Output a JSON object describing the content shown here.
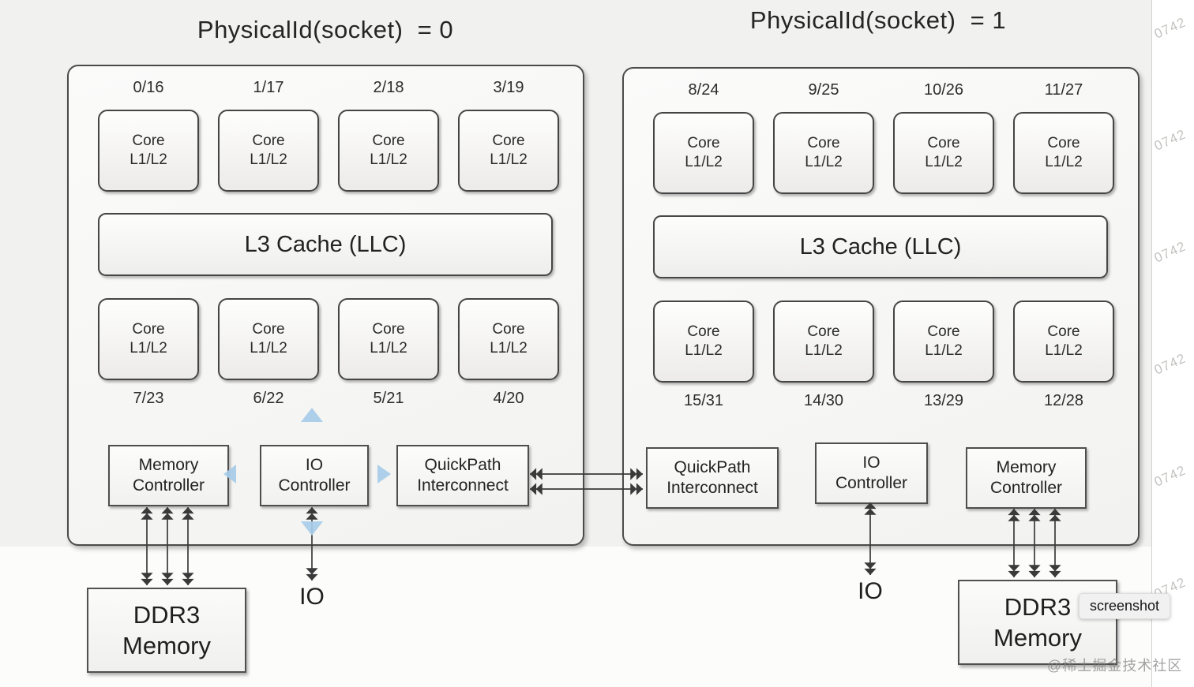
{
  "sockets": [
    {
      "title": "PhysicalId(socket)  = 0",
      "top_ids": [
        "0/16",
        "1/17",
        "2/18",
        "3/19"
      ],
      "bottom_ids": [
        "7/23",
        "6/22",
        "5/21",
        "4/20"
      ],
      "l3_label": "L3 Cache (LLC)",
      "controllers": [
        [
          "Memory",
          "Controller"
        ],
        [
          "IO",
          "Controller"
        ],
        [
          "QuickPath",
          "Interconnect"
        ]
      ]
    },
    {
      "title": "PhysicalId(socket)  = 1",
      "top_ids": [
        "8/24",
        "9/25",
        "10/26",
        "11/27"
      ],
      "bottom_ids": [
        "15/31",
        "14/30",
        "13/29",
        "12/28"
      ],
      "l3_label": "L3 Cache (LLC)",
      "controllers": [
        [
          "QuickPath",
          "Interconnect"
        ],
        [
          "IO",
          "Controller"
        ],
        [
          "Memory",
          "Controller"
        ]
      ]
    }
  ],
  "core_label": [
    "Core",
    "L1/L2"
  ],
  "external": {
    "ddr3": [
      "DDR3",
      "Memory"
    ],
    "io_label": "IO"
  },
  "overlay": {
    "tooltip": "screenshot",
    "watermark_bottom": "@稀土掘金技术社区",
    "watermark_side": "0742"
  },
  "colors": {
    "accent_blue": "#a8cce9",
    "arrow": "#3a3a3a",
    "box_border": "#4b4b4b"
  }
}
